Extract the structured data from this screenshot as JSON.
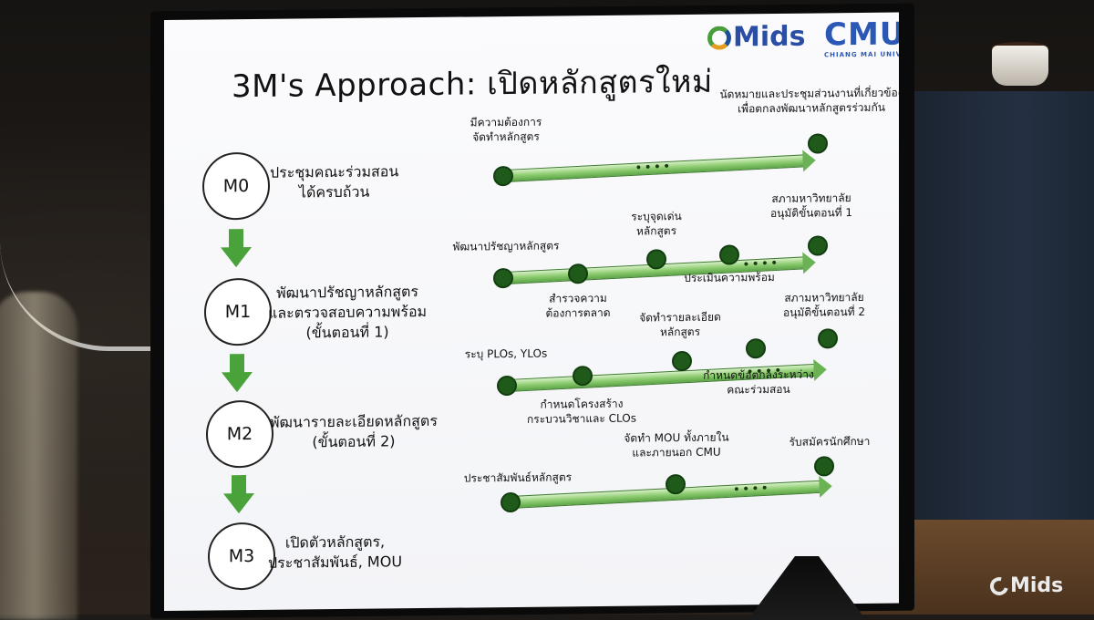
{
  "slide": {
    "title": "3M's Approach: เปิดหลักสูตรใหม่",
    "logo_mids": "Mids",
    "logo_cmu": "CMU",
    "logo_cmu_sub": "CHIANG MAI UNIVERSITY",
    "milestones": [
      {
        "id": "M0",
        "desc_lines": [
          "ประชุมคณะร่วมสอน",
          "ได้ครบถ้วน"
        ]
      },
      {
        "id": "M1",
        "desc_lines": [
          "พัฒนาปรัชญาหลักสูตร",
          "และตรวจสอบความพร้อม",
          "(ขั้นตอนที่ 1)"
        ]
      },
      {
        "id": "M2",
        "desc_lines": [
          "พัฒนารายละเอียดหลักสูตร",
          "(ขั้นตอนที่ 2)"
        ]
      },
      {
        "id": "M3",
        "desc_lines": [
          "เปิดตัวหลักสูตร,",
          "ประชาสัมพันธ์, MOU"
        ]
      }
    ],
    "timelines": [
      {
        "labels": [
          "มีความต้องการ",
          "จัดทำหลักสูตร",
          "นัดหมายและประชุมส่วนงานที่เกี่ยวข้อง",
          "เพื่อตกลงพัฒนาหลักสูตรร่วมกัน"
        ],
        "dots": "••••"
      },
      {
        "labels": [
          "พัฒนาปรัชญาหลักสูตร",
          "สำรวจความ",
          "ต้องการตลาด",
          "ระบุจุดเด่น",
          "หลักสูตร",
          "ประเมินความพร้อม",
          "สภามหาวิทยาลัย",
          "อนุมัติขั้นตอนที่ 1"
        ],
        "dots": "••••"
      },
      {
        "labels": [
          "ระบุ PLOs, YLOs",
          "กำหนดโครงสร้าง",
          "กระบวนวิชาและ CLOs",
          "จัดทำรายละเอียด",
          "หลักสูตร",
          "กำหนดข้อตกลงระหว่าง",
          "คณะร่วมสอน",
          "สภามหาวิทยาลัย",
          "อนุมัติขั้นตอนที่ 2"
        ],
        "dots": "••••"
      },
      {
        "labels": [
          "ประชาสัมพันธ์หลักสูตร",
          "จัดทำ MOU ทั้งภายใน",
          "และภายนอก CMU",
          "รับสมัครนักศึกษา"
        ],
        "dots": "••••"
      }
    ]
  },
  "watermark": "Mids",
  "colors": {
    "arrow_green": "#4aa33a",
    "node_green": "#1f5a1a",
    "cmu_blue": "#2c58b5"
  }
}
